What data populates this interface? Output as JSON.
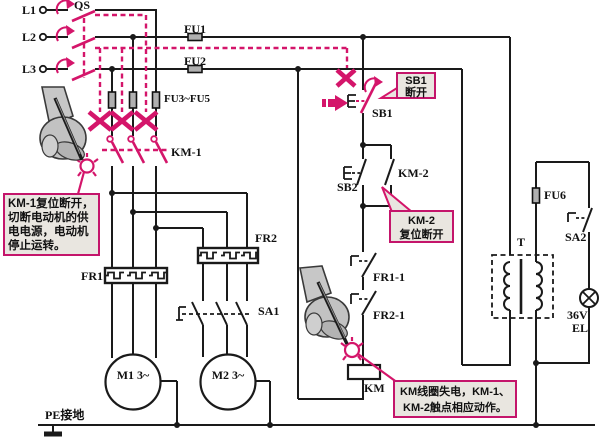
{
  "diagram": {
    "type": "electrical-wiring-schematic",
    "colors": {
      "highlight_pink": "#d4156a",
      "wire_black": "#1a1a1a",
      "callout_fill": "#e9e6e0",
      "callout_border": "#c4156b"
    },
    "labels": {
      "l1": "L1",
      "l2": "L2",
      "l3": "L3",
      "qs": "QS",
      "fu1": "FU1",
      "fu2": "FU2",
      "fu35": "FU3~FU5",
      "km1": "KM-1",
      "fr1": "FR1",
      "fr2": "FR2",
      "sa1": "SA1",
      "m1": "M1",
      "m1_sub": "3~",
      "m2": "M2",
      "m2_sub": "3~",
      "pe": "PE接地",
      "sb1": "SB1",
      "sb2": "SB2",
      "km2": "KM-2",
      "fr11": "FR1-1",
      "fr21": "FR2-1",
      "km": "KM",
      "fu6": "FU6",
      "sa2": "SA2",
      "t": "T",
      "lamp_voltage": "36V",
      "lamp": "EL"
    },
    "callouts": {
      "km1_open": {
        "lines": [
          "KM-1复位断开，",
          "切断电动机的供",
          "电电源，电动机",
          "停止运转。"
        ]
      },
      "sb1_open": {
        "lines": [
          "SB1",
          "断开"
        ]
      },
      "km2_open": {
        "lines": [
          "KM-2",
          "复位断开"
        ]
      },
      "km_deenergized": {
        "lines": [
          "KM线圈失电，KM-1、",
          "KM-2触点相应动作。"
        ]
      }
    }
  }
}
